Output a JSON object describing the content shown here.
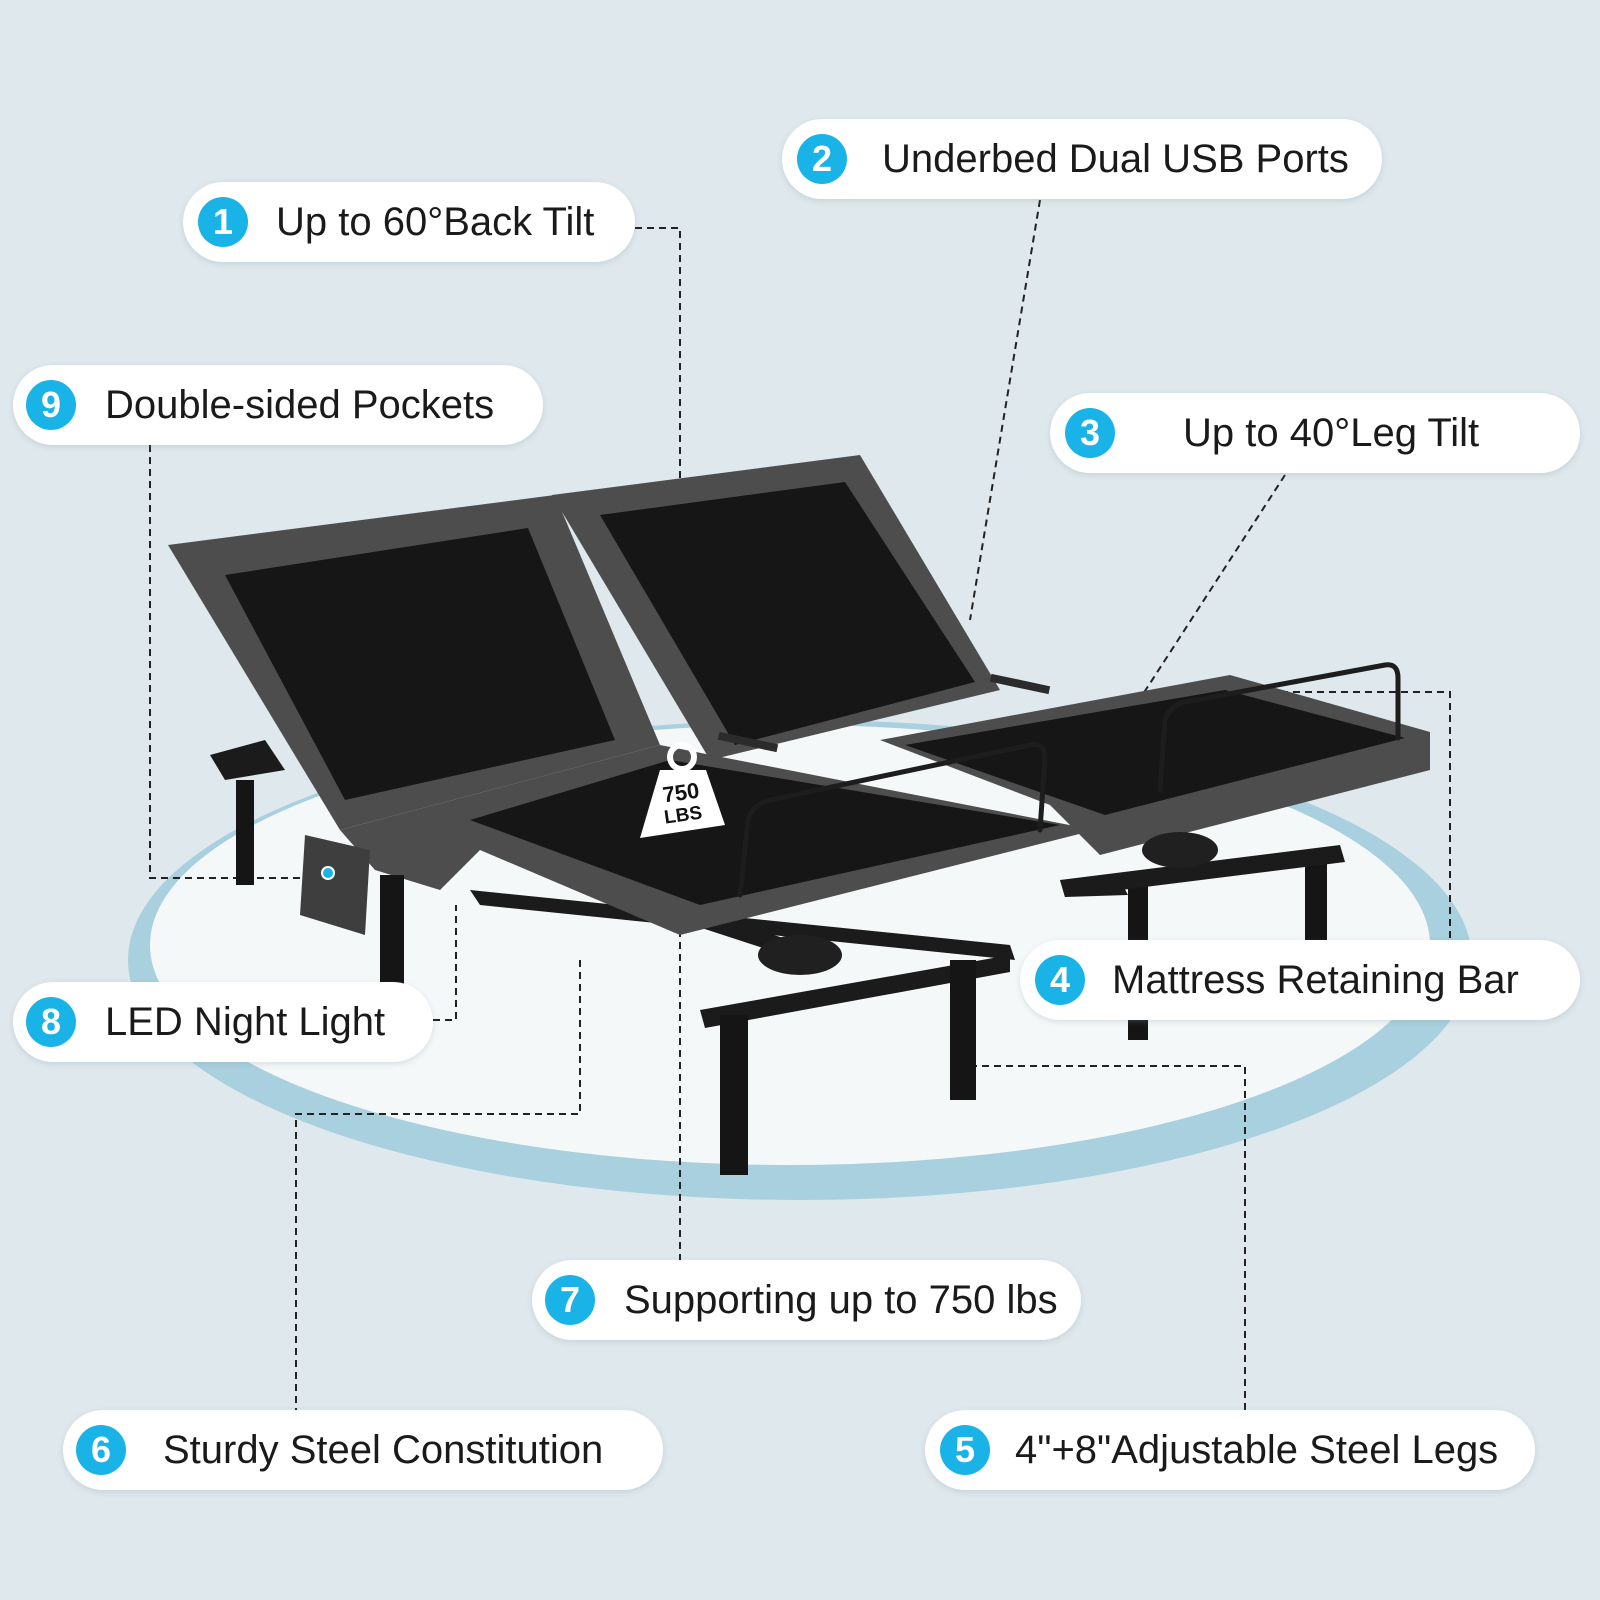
{
  "colors": {
    "background": "#dfe8ec",
    "accent": "#1ab3e8",
    "callout_bg": "#ffffff",
    "frame_fabric": "#4d4d4d",
    "deck_black": "#161616",
    "halo": "#9fccdc"
  },
  "callouts": [
    {
      "number": "1",
      "text": "Up to 60°Back Tilt"
    },
    {
      "number": "2",
      "text": "Underbed Dual USB Ports"
    },
    {
      "number": "3",
      "text": "Up to 40°Leg Tilt"
    },
    {
      "number": "4",
      "text": "Mattress Retaining Bar"
    },
    {
      "number": "5",
      "text": "4\"+8\"Adjustable Steel Legs"
    },
    {
      "number": "6",
      "text": "Sturdy Steel Constitution"
    },
    {
      "number": "7",
      "text": "Supporting up to 750 lbs"
    },
    {
      "number": "8",
      "text": "LED Night Light"
    },
    {
      "number": "9",
      "text": "Double-sided Pockets"
    }
  ],
  "weight_tag": {
    "value": "750",
    "unit": "LBS"
  }
}
